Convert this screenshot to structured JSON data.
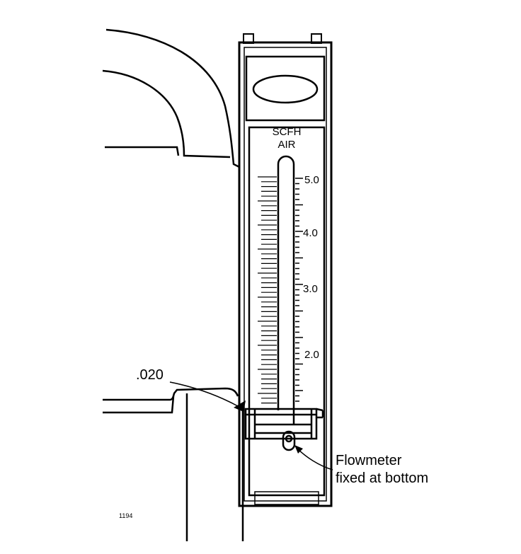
{
  "diagram": {
    "meter_label": [
      "SCFH",
      "AIR"
    ],
    "scale_labels": [
      "5.0",
      "4.0",
      "3.0",
      "2.0"
    ],
    "gap_label": ".020",
    "callout": [
      "Flowmeter",
      "fixed at bottom"
    ],
    "figure_number": "1194",
    "colors": {
      "ink": "#000000",
      "paper": "#ffffff"
    }
  }
}
